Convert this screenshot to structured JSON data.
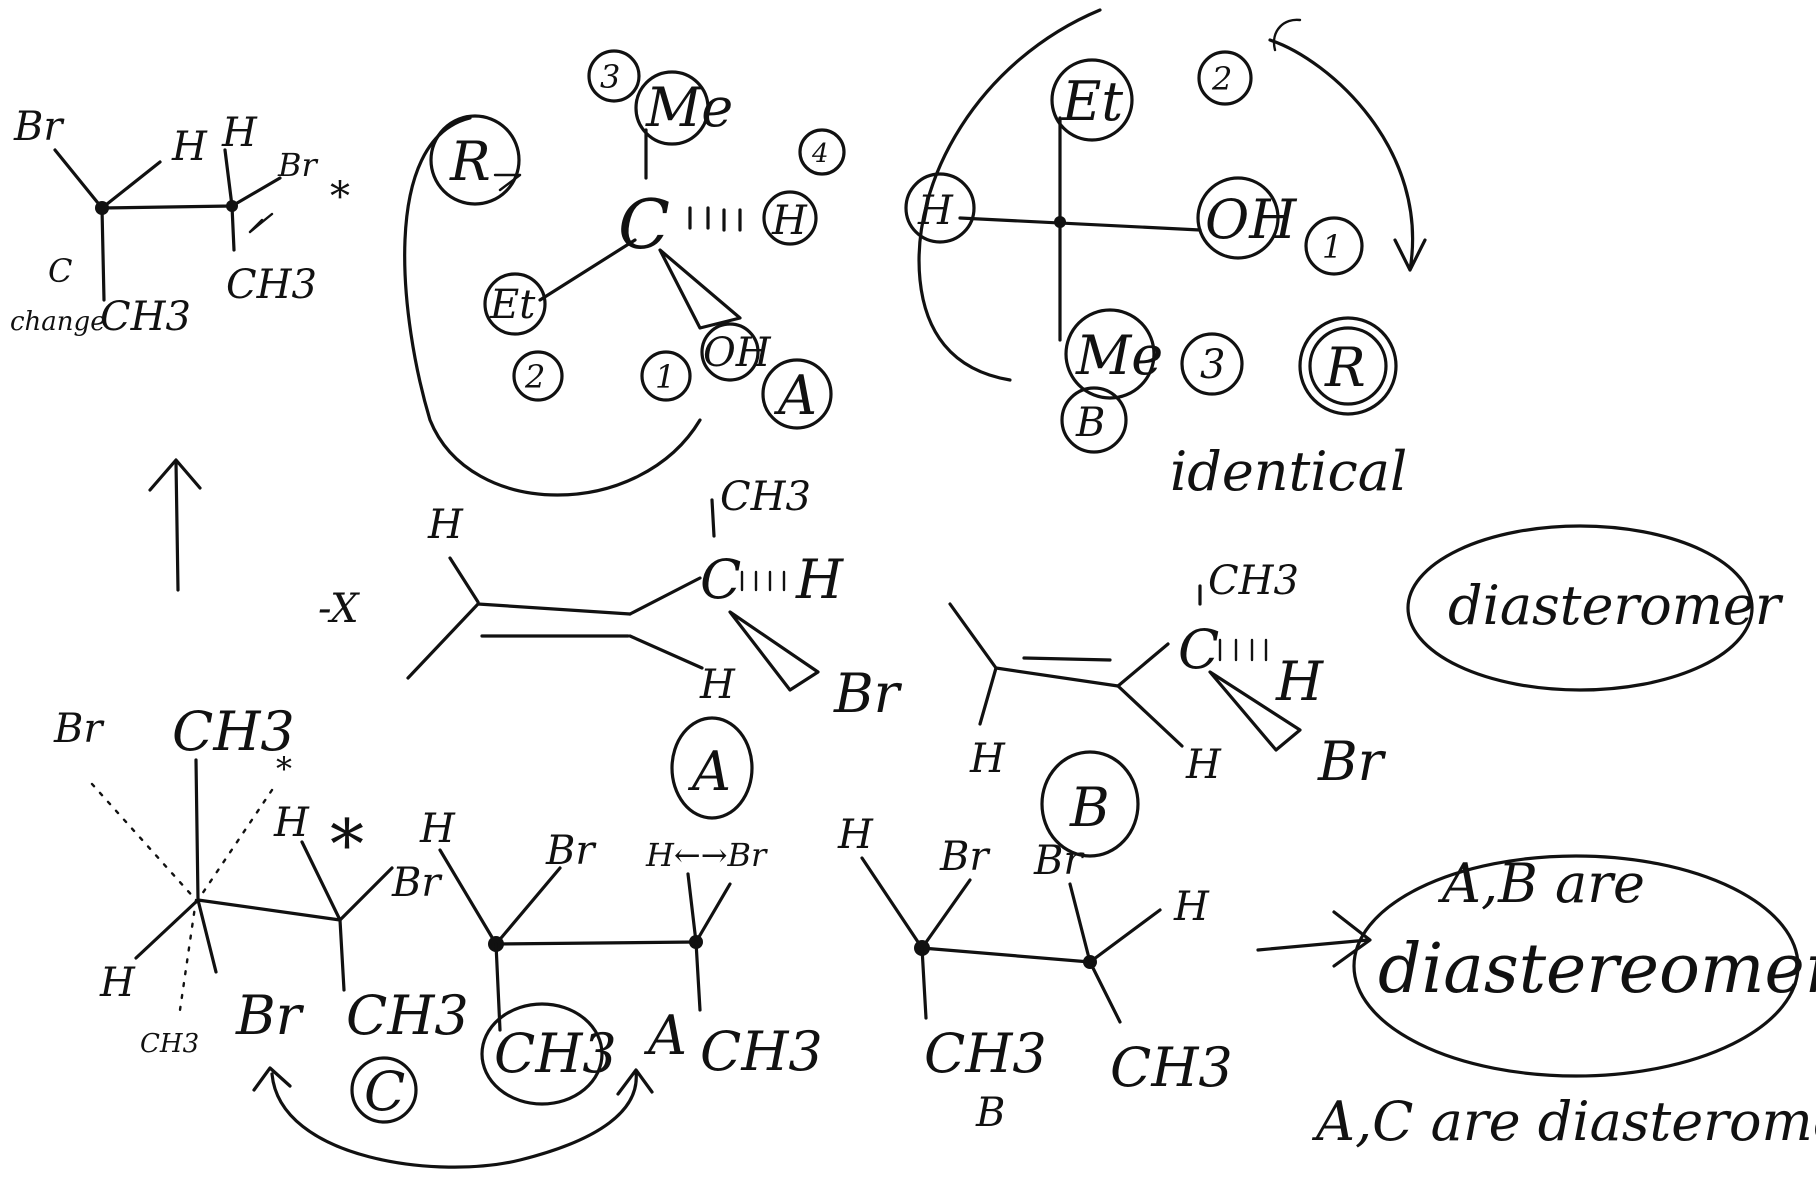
{
  "ink_color": "#111111",
  "background": "#ffffff",
  "top_left_structure": {
    "br_left": "Br",
    "h1": "H",
    "h2": "H",
    "br_right": "Br",
    "star": "*",
    "ch3_right": "CH3",
    "ch3_bottom": "CH3",
    "scribble": "change",
    "tick": "C"
  },
  "center_wedge": {
    "r_label": "R",
    "me": "Me",
    "me_rank": "3",
    "h": "H",
    "h_rank": "4",
    "carbon": "C",
    "et": "Et",
    "et_rank": "2",
    "oh": "OH",
    "oh_rank": "1",
    "compound": "A"
  },
  "fischer": {
    "et": "Et",
    "et_rank": "2",
    "h": "H",
    "oh": "OH",
    "oh_rank": "1",
    "me": "Me",
    "me_rank": "3",
    "config": "R",
    "compound": "B",
    "note": "identical"
  },
  "alkene_a": {
    "cross": "-X",
    "h_top": "H",
    "ch3": "CH3",
    "carbon_h": "C",
    "hash_h": "H",
    "h_bottom": "H",
    "br": "Br",
    "compound": "A"
  },
  "alkene_b": {
    "ch3": "CH3",
    "carbon": "C",
    "hash_h": "H",
    "h_left": "H",
    "h_right": "H",
    "br": "Br",
    "compound": "B"
  },
  "diastereomer_oval": {
    "text": "diasteromer"
  },
  "bottom_left": {
    "br_dotted": "Br",
    "ch3_top": "CH3",
    "star_small": "*",
    "h_mid": "H",
    "star": "*",
    "br_mid": "Br",
    "h_left": "H",
    "ch3_small": "CH3",
    "br_low": "Br",
    "ch3_low": "CH3",
    "compound": "C"
  },
  "bottom_middle_a": {
    "h": "H",
    "br": "Br",
    "he_br": "H←→Br",
    "ch3_circled": "CH3",
    "label": "A",
    "ch3": "CH3"
  },
  "bottom_right_b": {
    "h": "H",
    "br1": "Br",
    "br2": "Br",
    "h_right": "H",
    "ch3_1": "CH3",
    "ch3_2": "CH3",
    "label": "B"
  },
  "conclusion": {
    "line1": "A,B are",
    "line2": "diastereomers",
    "line3": "A,C are diasteromer"
  }
}
